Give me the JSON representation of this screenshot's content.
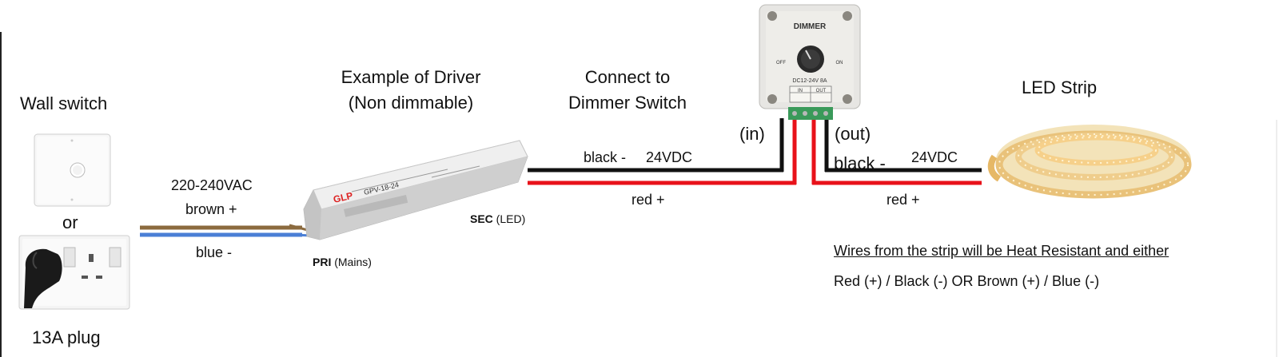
{
  "labels": {
    "wall_switch": "Wall switch",
    "or": "or",
    "plug": "13A plug",
    "mains_voltage": "220-240VAC",
    "brown": "brown  +",
    "blue": "blue -",
    "driver_title_1": "Example of Driver",
    "driver_title_2": "(Non dimmable)",
    "pri_bold": "PRI",
    "pri_rest": " (Mains)",
    "sec_bold": "SEC",
    "sec_rest": " (LED)",
    "connect_1": "Connect to",
    "connect_2": "Dimmer Switch",
    "black_left": "black -",
    "vdc_left": "24VDC",
    "red_left": "red +",
    "in": "(in)",
    "out": "(out)",
    "black_right": "black -",
    "vdc_right": "24VDC",
    "red_right": "red +",
    "led_strip": "LED Strip",
    "note_title": "Wires from the strip will be Heat Resistant and either",
    "note_body": "Red (+) / Black (-) OR Brown (+) / Blue (-)"
  },
  "devices": {
    "driver_brand": "GLP",
    "driver_model": "GPV-18-24",
    "dimmer_title": "DIMMER",
    "dimmer_off": "OFF",
    "dimmer_on": "ON",
    "dimmer_rating": "DC12-24V 8A",
    "dimmer_in": "IN",
    "dimmer_out": "OUT"
  },
  "colors": {
    "wire_black": "#111111",
    "wire_red": "#e8121a",
    "wire_brown": "#8b6a3e",
    "wire_blue": "#4a7fd6",
    "led_warm": "#f6d08a"
  }
}
